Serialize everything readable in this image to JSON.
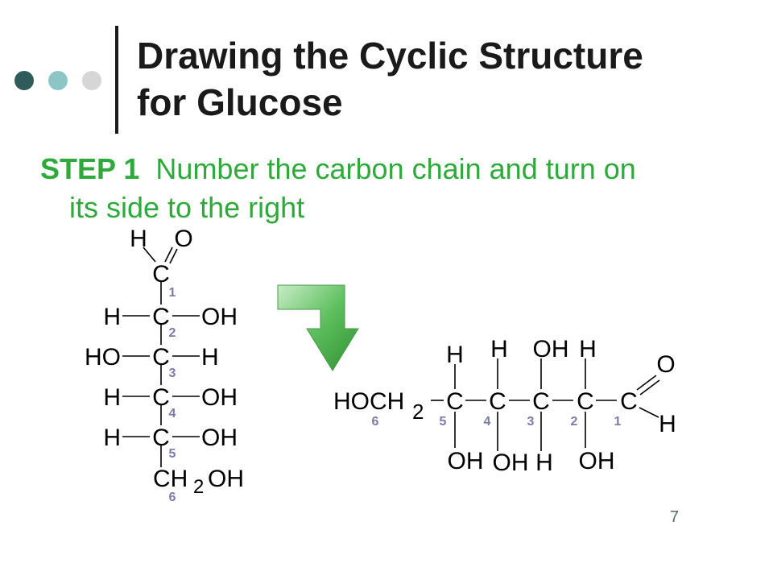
{
  "slide": {
    "title_line1": "Drawing the Cyclic Structure",
    "title_line2": "for Glucose",
    "step_label": "STEP 1",
    "step_text_line1": "Number the carbon chain and turn on",
    "step_text_line2": "its side to the right",
    "page_number": "7"
  },
  "colors": {
    "title": "#1a1a1a",
    "step_text": "#2eaa3a",
    "carbon_numbers": "#7b7ba8",
    "arrow": "#4caf50",
    "dot_dark": "#2f5c5a",
    "dot_mid": "#8cc5c5",
    "dot_light": "#d6d6d6"
  },
  "vertical_structure": {
    "top_h": "H",
    "top_o": "O",
    "carbon": "C",
    "rows": [
      {
        "left": "H",
        "right": "OH"
      },
      {
        "left": "HO",
        "right": "H"
      },
      {
        "left": "H",
        "right": "OH"
      },
      {
        "left": "H",
        "right": "OH"
      }
    ],
    "bottom": "CH2OH",
    "bottom_c": "CH",
    "bottom_sub": "2",
    "bottom_oh": "OH",
    "numbers": [
      "1",
      "2",
      "3",
      "4",
      "5",
      "6"
    ]
  },
  "horizontal_structure": {
    "left_group": "HOCH",
    "left_sub": "2",
    "carbon": "C",
    "tops": [
      "H",
      "H",
      "OH",
      "H"
    ],
    "bottoms": [
      "OH",
      "OH",
      "H",
      "OH"
    ],
    "end_o": "O",
    "end_h": "H",
    "numbers": [
      "6",
      "5",
      "4",
      "3",
      "2",
      "1"
    ]
  }
}
